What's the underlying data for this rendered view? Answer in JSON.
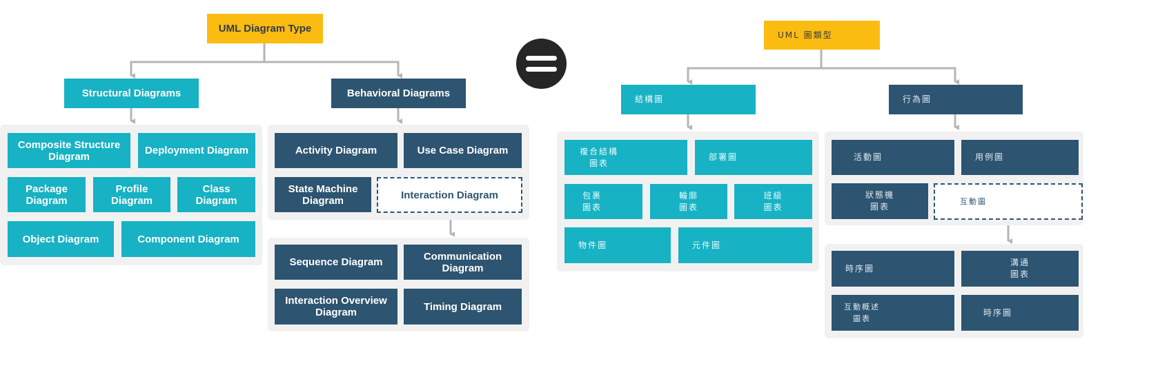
{
  "left": {
    "root": "UML Diagram Type",
    "structural": {
      "title": "Structural Diagrams",
      "items": [
        "Composite Structure Diagram",
        "Deployment Diagram",
        "Package Diagram",
        "Profile Diagram",
        "Class Diagram",
        "Object Diagram",
        "Component Diagram"
      ]
    },
    "behavioral": {
      "title": "Behavioral Diagrams",
      "items": [
        "Activity Diagram",
        "Use Case Diagram",
        "State Machine Diagram",
        "Interaction Diagram"
      ]
    },
    "interaction": {
      "items": [
        "Sequence Diagram",
        "Communication Diagram",
        "Interaction Overview Diagram",
        "Timing Diagram"
      ]
    }
  },
  "right": {
    "root": "UML 圖類型",
    "structural": {
      "title": "結構圖",
      "items": [
        "複合結構\n圖表",
        "部署圖",
        "包裹\n圖表",
        "輪廓\n圖表",
        "班級\n圖表",
        "物件圖",
        "元件圖"
      ]
    },
    "behavioral": {
      "title": "行為圖",
      "items": [
        "活動圖",
        "用例圖",
        "狀態機\n圖表",
        "互動圖"
      ]
    },
    "interaction": {
      "items": [
        "時序圖",
        "溝通\n圖表",
        "互動概述\n圖表",
        "時序圖"
      ]
    }
  },
  "colors": {
    "teal": "#17b2c4",
    "navy": "#2d5470",
    "yellow": "#fbbc12",
    "panel": "#f1f1f2",
    "connector": "#b5b5b5",
    "equal_circle": "#262626"
  },
  "icons": {
    "equals": "equals-icon"
  }
}
